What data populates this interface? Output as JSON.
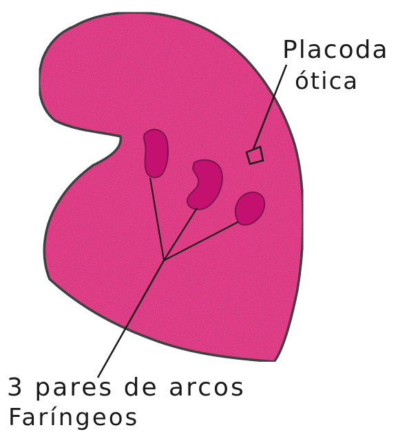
{
  "labels": {
    "placoda_line1": "Placoda",
    "placoda_line2": "ótica",
    "arcos_line1": "3 pares de arcos",
    "arcos_line2": "Faríngeos"
  },
  "colors": {
    "embryo_fill": "#e0127f",
    "outline": "#1a1a1a",
    "arch_fill": "#c4106e",
    "arch_stroke": "#7a1550"
  }
}
